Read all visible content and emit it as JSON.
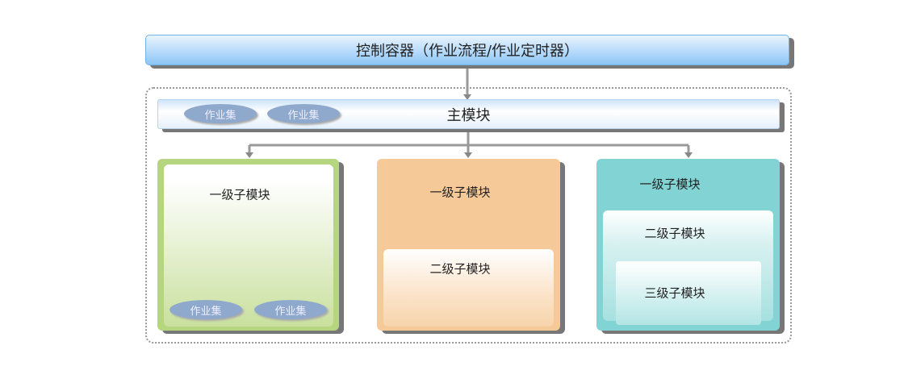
{
  "top": {
    "label": "控制容器（作业流程/作业定时器）"
  },
  "main": {
    "label": "主模块",
    "jobsets": [
      "作业集",
      "作业集"
    ]
  },
  "green": {
    "label": "一级子模块",
    "jobsets": [
      "作业集",
      "作业集"
    ]
  },
  "orange": {
    "label": "一级子模块",
    "child": "二级子模块"
  },
  "teal": {
    "label": "一级子模块",
    "child": "二级子模块",
    "grandchild": "三级子模块"
  },
  "colors": {
    "top": "#8cc5f5",
    "green": "#b5d57f",
    "orange": "#f6c999",
    "teal": "#82d3d3"
  }
}
